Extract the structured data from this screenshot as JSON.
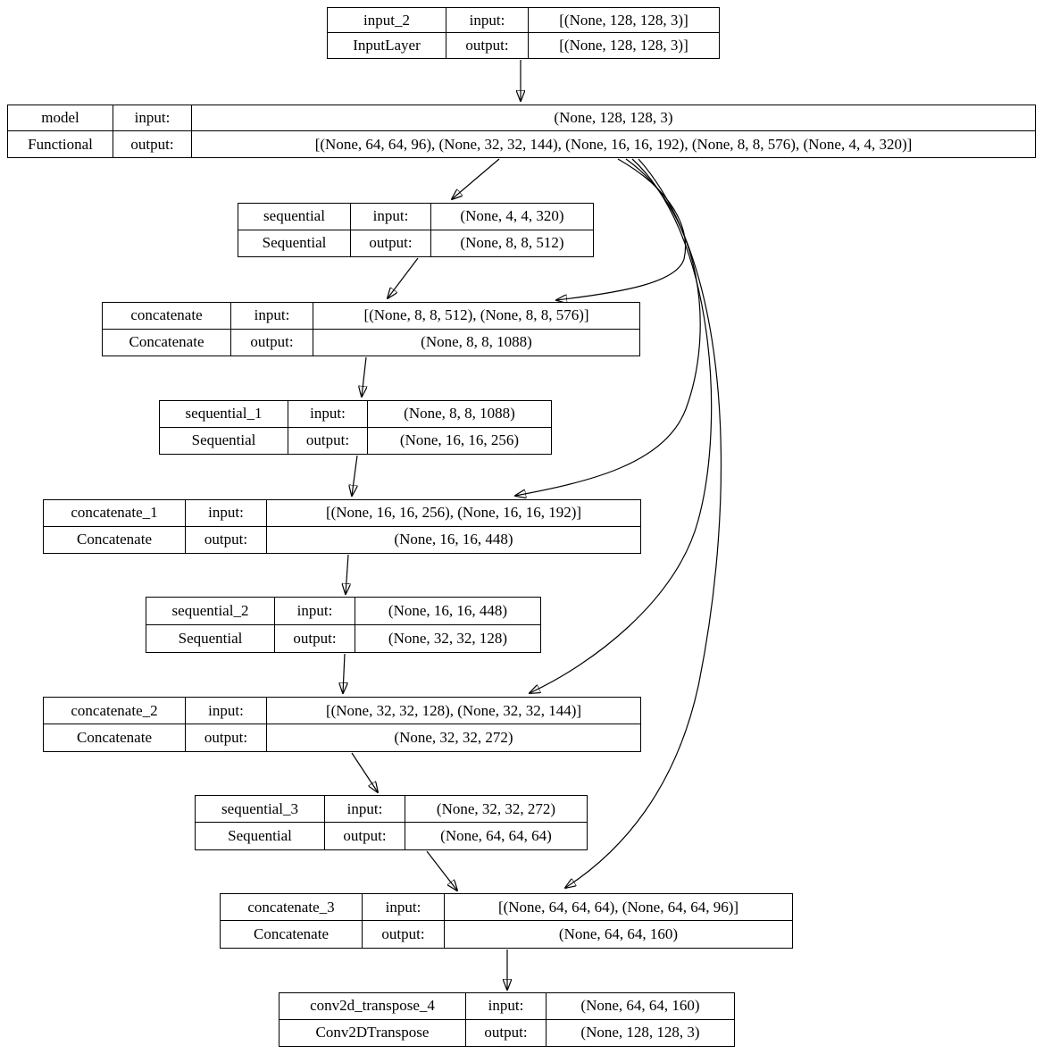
{
  "diagram": {
    "kind": "keras-model-architecture",
    "labels": {
      "input": "input:",
      "output": "output:"
    },
    "colors": {
      "stroke": "#000000",
      "background": "#ffffff",
      "text": "#000000"
    },
    "nodes": [
      {
        "id": "input_2",
        "name": "input_2",
        "cls": "InputLayer",
        "input": "[(None, 128, 128, 3)]",
        "output": "[(None, 128, 128, 3)]"
      },
      {
        "id": "model",
        "name": "model",
        "cls": "Functional",
        "input": "(None, 128, 128, 3)",
        "output": "[(None, 64, 64, 96), (None, 32, 32, 144), (None, 16, 16, 192), (None, 8, 8, 576), (None, 4, 4, 320)]"
      },
      {
        "id": "sequential",
        "name": "sequential",
        "cls": "Sequential",
        "input": "(None, 4, 4, 320)",
        "output": "(None, 8, 8, 512)"
      },
      {
        "id": "concatenate",
        "name": "concatenate",
        "cls": "Concatenate",
        "input": "[(None, 8, 8, 512), (None, 8, 8, 576)]",
        "output": "(None, 8, 8, 1088)"
      },
      {
        "id": "sequential_1",
        "name": "sequential_1",
        "cls": "Sequential",
        "input": "(None, 8, 8, 1088)",
        "output": "(None, 16, 16, 256)"
      },
      {
        "id": "concatenate_1",
        "name": "concatenate_1",
        "cls": "Concatenate",
        "input": "[(None, 16, 16, 256), (None, 16, 16, 192)]",
        "output": "(None, 16, 16, 448)"
      },
      {
        "id": "sequential_2",
        "name": "sequential_2",
        "cls": "Sequential",
        "input": "(None, 16, 16, 448)",
        "output": "(None, 32, 32, 128)"
      },
      {
        "id": "concatenate_2",
        "name": "concatenate_2",
        "cls": "Concatenate",
        "input": "[(None, 32, 32, 128), (None, 32, 32, 144)]",
        "output": "(None, 32, 32, 272)"
      },
      {
        "id": "sequential_3",
        "name": "sequential_3",
        "cls": "Sequential",
        "input": "(None, 32, 32, 272)",
        "output": "(None, 64, 64, 64)"
      },
      {
        "id": "concatenate_3",
        "name": "concatenate_3",
        "cls": "Concatenate",
        "input": "[(None, 64, 64, 64), (None, 64, 64, 96)]",
        "output": "(None, 64, 64, 160)"
      },
      {
        "id": "conv2d_transpose_4",
        "name": "conv2d_transpose_4",
        "cls": "Conv2DTranspose",
        "input": "(None, 64, 64, 160)",
        "output": "(None, 128, 128, 3)"
      }
    ],
    "edges": [
      {
        "from": "input_2",
        "to": "model"
      },
      {
        "from": "model",
        "to": "sequential"
      },
      {
        "from": "model",
        "to": "concatenate"
      },
      {
        "from": "model",
        "to": "concatenate_1"
      },
      {
        "from": "model",
        "to": "concatenate_2"
      },
      {
        "from": "model",
        "to": "concatenate_3"
      },
      {
        "from": "sequential",
        "to": "concatenate"
      },
      {
        "from": "concatenate",
        "to": "sequential_1"
      },
      {
        "from": "sequential_1",
        "to": "concatenate_1"
      },
      {
        "from": "concatenate_1",
        "to": "sequential_2"
      },
      {
        "from": "sequential_2",
        "to": "concatenate_2"
      },
      {
        "from": "concatenate_2",
        "to": "sequential_3"
      },
      {
        "from": "sequential_3",
        "to": "concatenate_3"
      },
      {
        "from": "concatenate_3",
        "to": "conv2d_transpose_4"
      }
    ]
  }
}
